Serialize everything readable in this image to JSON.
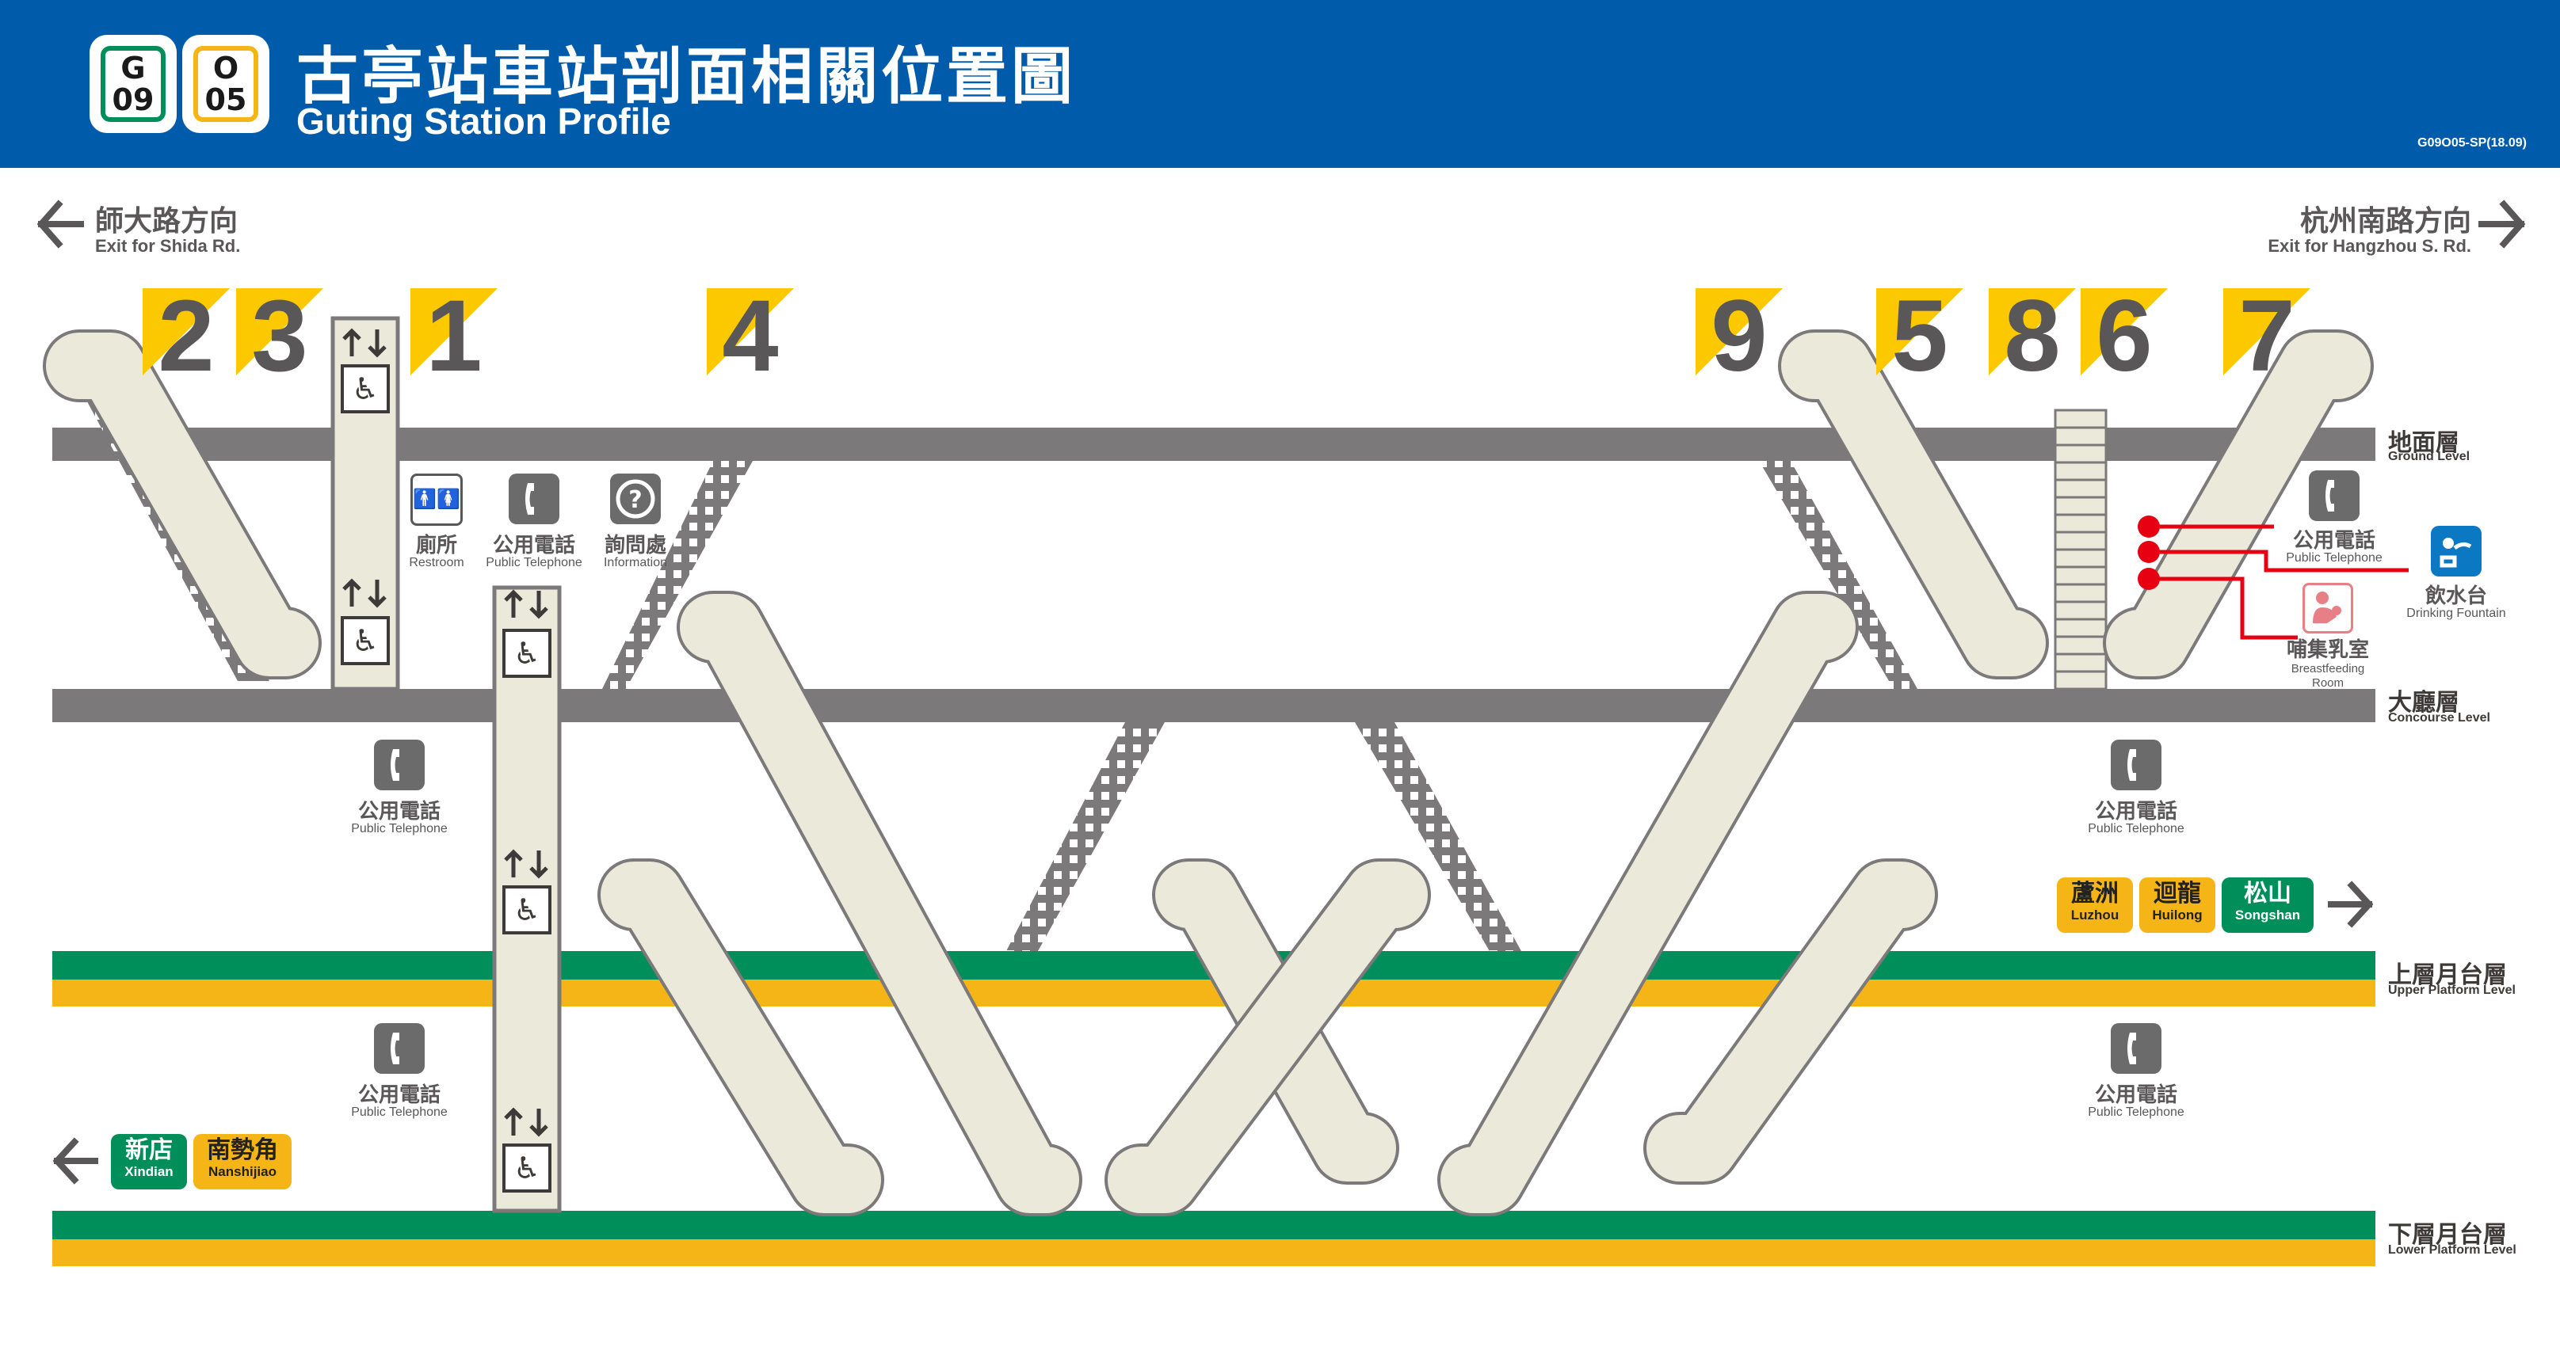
{
  "header": {
    "lines": [
      {
        "letter": "G",
        "number": "09",
        "color": "#008e5b"
      },
      {
        "letter": "O",
        "number": "05",
        "color": "#f6b516"
      }
    ],
    "title_zh": "古亭站車站剖面相關位置圖",
    "title_en": "Guting Station Profile",
    "code": "G09O05-SP(18.09)"
  },
  "directions": {
    "left": {
      "zh": "師大路方向",
      "en": "Exit for Shida Rd.",
      "icon": "arrow-left-icon"
    },
    "right": {
      "zh": "杭州南路方向",
      "en": "Exit for Hangzhou S. Rd.",
      "icon": "arrow-right-icon"
    }
  },
  "exits": [
    "2",
    "3",
    "1",
    "4",
    "9",
    "5",
    "8",
    "6",
    "7"
  ],
  "levels": {
    "ground": {
      "zh": "地面層",
      "en": "Ground Level"
    },
    "concourse": {
      "zh": "大廳層",
      "en": "Concourse Level"
    },
    "upper": {
      "zh": "上層月台層",
      "en": "Upper Platform Level"
    },
    "lower": {
      "zh": "下層月台層",
      "en": "Lower Platform Level"
    }
  },
  "facilities": {
    "restroom": {
      "zh": "廁所",
      "en": "Restroom",
      "icon": "restroom-icon"
    },
    "telephone": {
      "zh": "公用電話",
      "en": "Public Telephone",
      "icon": "telephone-icon"
    },
    "information": {
      "zh": "詢問處",
      "en": "Information",
      "icon": "information-icon"
    },
    "fountain": {
      "zh": "飲水台",
      "en": "Drinking Fountain",
      "icon": "drinking-fountain-icon"
    },
    "nursing": {
      "zh": "哺集乳室",
      "en_1": "Breastfeeding",
      "en_2": "Room",
      "icon": "breastfeeding-icon"
    }
  },
  "destinations": {
    "upper": [
      {
        "zh": "蘆洲",
        "en": "Luzhou",
        "color": "#f6b516"
      },
      {
        "zh": "迴龍",
        "en": "Huilong",
        "color": "#f6b516"
      },
      {
        "zh": "松山",
        "en": "Songshan",
        "color": "#008e5b"
      }
    ],
    "lower": [
      {
        "zh": "新店",
        "en": "Xindian",
        "color": "#008e5b"
      },
      {
        "zh": "南勢角",
        "en": "Nanshijiao",
        "color": "#f6b516"
      }
    ]
  },
  "colors": {
    "header_bg": "#005baa",
    "floor": "#7b7979",
    "green_line": "#008e5b",
    "orange_line": "#f6b516",
    "exit_marker": "#fcc800",
    "escalator": "#ebe9d9",
    "pointer": "#e60012"
  }
}
